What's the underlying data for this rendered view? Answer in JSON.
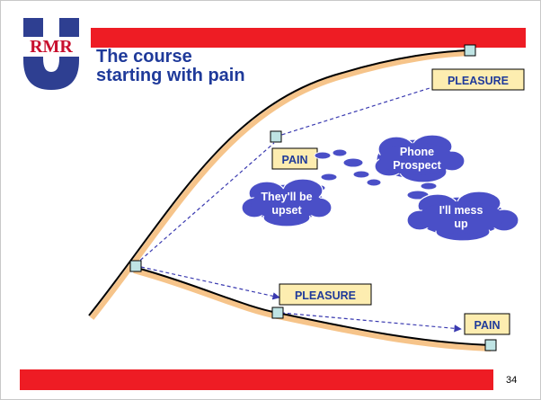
{
  "slide": {
    "title": "The course\nstarting with pain",
    "page_number": "34",
    "logo_text": "RMR U"
  },
  "labels": {
    "pleasure_top": "PLEASURE",
    "pain_mid": "PAIN",
    "pleasure_mid": "PLEASURE",
    "pain_bottom": "PAIN"
  },
  "clouds": {
    "phone_prospect": [
      "Phone",
      "Prospect"
    ],
    "theyll_be_upset": [
      "They'll be",
      "upset"
    ],
    "ill_mess_up": [
      "I'll mess",
      "up"
    ]
  },
  "colors": {
    "accent_red": "#ee1c24",
    "title_blue": "#1f3a9a",
    "cloud_fill": "#4a4fc7",
    "label_fill": "#fdedb0",
    "path_shadow": "#f6c48a",
    "node_fill": "#bfe4e4",
    "arrow_blue": "#3a3ab0"
  }
}
